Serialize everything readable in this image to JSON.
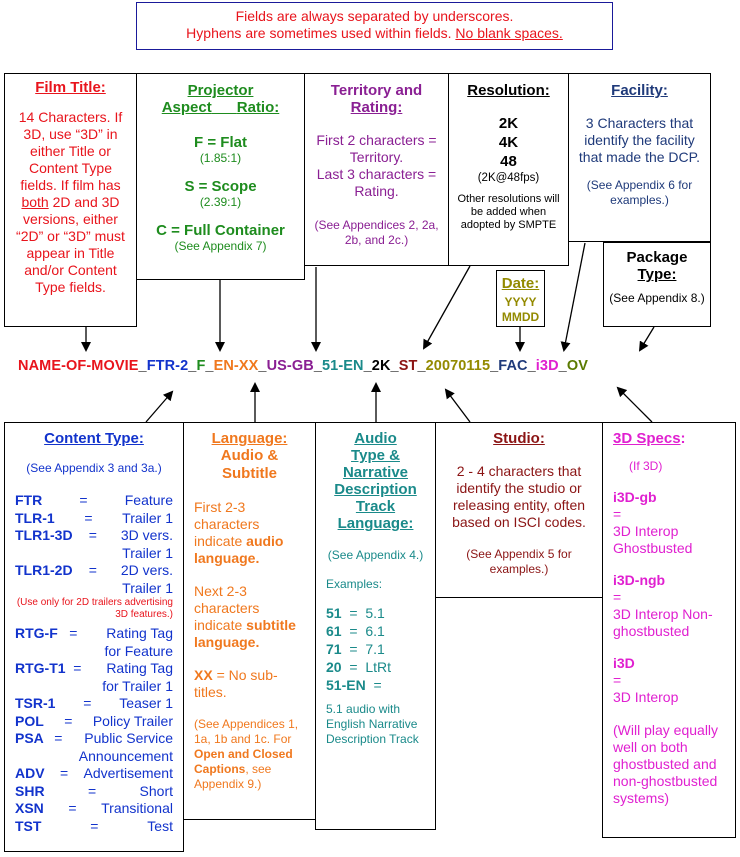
{
  "header": {
    "line1": "Fields are always separated by underscores.",
    "line2_prefix": "Hyphens are sometimes used within fields.",
    "line2_underlined": "No blank spaces."
  },
  "film_title": {
    "title": "Film Title:",
    "p1": "14 Characters. If 3D, use “3D” in either Title or Content Type fields. If film has",
    "both": "both",
    "p2": "2D and 3D versions, either “2D” or “3D” must appear in Title and/or Content Type fields."
  },
  "projector": {
    "title_l1": "Projector",
    "title_l2a": "Aspect",
    "title_l2b": "Ratio:",
    "flat": "F = Flat",
    "flat_ratio": "(1.85:1)",
    "scope": "S = Scope",
    "scope_ratio": "(2.39:1)",
    "full": "C = Full Container",
    "full_note": "(See Appendix 7)"
  },
  "territory": {
    "title_l1": "Territory and",
    "title_l2": "Rating:",
    "p1": "First 2 characters = Territory.",
    "p2": "Last 3 characters = Rating.",
    "p3": "(See Appendices 2, 2a, 2b, and 2c.)"
  },
  "resolution": {
    "title": "Resolution:",
    "v1": "2K",
    "v2": "4K",
    "v3": "48",
    "v3_note": "(2K@48fps)",
    "note": "Other resolutions will be added when adopted by SMPTE"
  },
  "facility": {
    "title": "Facility:",
    "p1": "3 Characters that identify the facility that made the DCP.",
    "p2": "(See Appendix 6 for examples.)"
  },
  "date": {
    "title": "Date:",
    "l1": "YYYY",
    "l2": "MMDD"
  },
  "package": {
    "title_l1": "Package",
    "title_l2": "Type:",
    "p1": "(See Appendix 8.)"
  },
  "code": {
    "movie": "NAME-OF-MOVIE",
    "content": "FTR-2",
    "aspect": "F",
    "lang": "EN-XX",
    "territory": "US-GB",
    "audio": "51-EN",
    "res": "2K",
    "studio": "ST",
    "date": "20070115",
    "facility": "FAC",
    "spec3d": "i3D",
    "pkg": "OV"
  },
  "content_type": {
    "title": "Content Type:",
    "note": "(See Appendix 3 and 3a.)",
    "items": [
      {
        "code": "FTR",
        "desc": "Feature"
      },
      {
        "code": "TLR-1",
        "desc": "Trailer 1"
      },
      {
        "code": "TLR1-3D",
        "desc": "3D vers. Trailer 1"
      },
      {
        "code": "TLR1-2D",
        "desc": "2D vers. Trailer 1"
      }
    ],
    "small_note": "(Use only for 2D trailers advertising 3D features.)",
    "items2": [
      {
        "code": "RTG-F",
        "desc": "Rating Tag for Feature"
      },
      {
        "code": "RTG-T1",
        "desc": "Rating Tag for Trailer 1"
      },
      {
        "code": "TSR-1",
        "desc": "Teaser 1"
      },
      {
        "code": "POL",
        "desc": "Policy Trailer"
      },
      {
        "code": "PSA",
        "desc": "Public Service Announcement"
      },
      {
        "code": "ADV",
        "desc": "Advertisement"
      },
      {
        "code": "SHR",
        "desc": "Short"
      },
      {
        "code": "XSN",
        "desc": "Transitional"
      },
      {
        "code": "TST",
        "desc": "Test"
      }
    ]
  },
  "language": {
    "title_l1": "Language:",
    "title_l2": "Audio &",
    "title_l3": "Subtitle",
    "p1a": "First 2-3 characters indicate",
    "p1b": "audio language.",
    "p2a": "Next 2-3 characters indicate",
    "p2b": "subtitle language.",
    "xx": "XX",
    "xx_desc": "= No sub-titles.",
    "p3a": "(See Appendices 1, 1a, 1b and 1c. For",
    "p3b": "Open and Closed Captions",
    "p3c": ", see Appendix 9.)"
  },
  "audio": {
    "title_l1": "Audio",
    "title_l2": "Type &",
    "title_l3": "Narrative",
    "title_l4": "Description",
    "title_l5": "Track",
    "title_l6": "Language:",
    "note": "(See Appendix 4.)",
    "examples": "Examples:",
    "items": [
      {
        "code": "51",
        "desc": "5.1"
      },
      {
        "code": "61",
        "desc": "6.1"
      },
      {
        "code": "71",
        "desc": "7.1"
      },
      {
        "code": "20",
        "desc": "LtRt"
      }
    ],
    "last_code": "51-EN",
    "last_desc": "5.1 audio with English Narrative Description Track"
  },
  "studio": {
    "title": "Studio:",
    "p1": "2 - 4 characters that identify the studio or releasing entity, often based on ISCI codes.",
    "p2": "(See Appendix 5 for examples.)"
  },
  "specs3d": {
    "title": "3D Specs",
    "colon": ":",
    "ifnote": "(If 3D)",
    "items": [
      {
        "code": "i3D-gb",
        "desc": "3D Interop Ghostbusted"
      },
      {
        "code": "i3D-ngb",
        "desc": "3D Interop Non-ghostbusted"
      },
      {
        "code": "i3D",
        "desc": "3D Interop"
      }
    ],
    "footer": "(Will play equally well on both ghostbusted and non-ghostbusted systems)"
  },
  "colors": {
    "red": "#e8141c",
    "green": "#1e8c1e",
    "purple": "#8a1f93",
    "navy": "#1f3a7a",
    "olive": "#938a00",
    "blue": "#1233cc",
    "orange": "#f0781e",
    "teal": "#1a8a8a",
    "maroon": "#8b1414",
    "magenta": "#e020d0"
  }
}
